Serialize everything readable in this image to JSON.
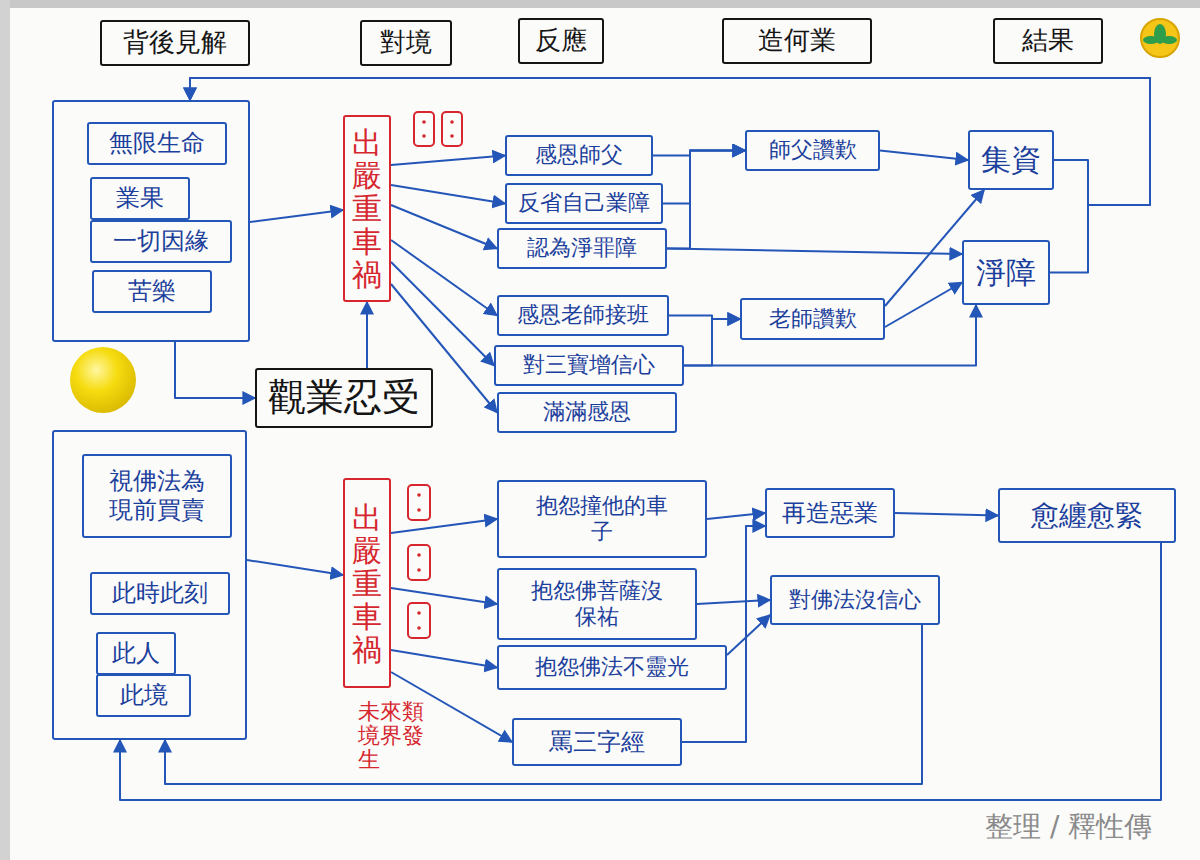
{
  "diagram": {
    "nodes": [
      {
        "text": [
          "背後見解"
        ]
      },
      {
        "text": [
          "對境"
        ]
      },
      {
        "text": [
          "反應"
        ]
      },
      {
        "text": [
          "造何業"
        ]
      },
      {
        "text": [
          "結果"
        ]
      },
      {
        "text": []
      },
      {
        "text": [
          "無限生命"
        ],
        "in": 5
      },
      {
        "text": [
          "業果"
        ],
        "in": 5
      },
      {
        "text": [
          "一切因緣"
        ],
        "in": 5
      },
      {
        "text": [
          "苦樂"
        ],
        "in": 5
      },
      {
        "text": [
          "出嚴重車禍"
        ]
      },
      {
        "text": [
          "觀業忍受"
        ]
      },
      {
        "text": [
          "感恩師父"
        ]
      },
      {
        "text": [
          "反省自己業障"
        ]
      },
      {
        "text": [
          "認為淨罪障"
        ]
      },
      {
        "text": [
          "感恩老師接班"
        ]
      },
      {
        "text": [
          "對三寶增信心"
        ]
      },
      {
        "text": [
          "滿滿感恩"
        ]
      },
      {
        "text": [
          "師父讚歎"
        ]
      },
      {
        "text": [
          "老師讚歎"
        ]
      },
      {
        "text": [
          "集資"
        ]
      },
      {
        "text": [
          "淨障"
        ]
      },
      {
        "text": []
      },
      {
        "text": [
          "視佛法為現前買賣"
        ],
        "in": 22
      },
      {
        "text": [
          "此時此刻"
        ],
        "in": 22
      },
      {
        "text": [
          "此人"
        ],
        "in": 22
      },
      {
        "text": [
          "此境"
        ],
        "in": 22
      },
      {
        "text": [
          "出嚴重車禍"
        ]
      },
      {
        "text": [
          "抱怨撞他的車子"
        ]
      },
      {
        "text": [
          "抱怨佛菩薩沒保祐"
        ]
      },
      {
        "text": [
          "抱怨佛法不靈光"
        ]
      },
      {
        "text": [
          "罵三字經"
        ]
      },
      {
        "text": [
          "再造惡業"
        ]
      },
      {
        "text": [
          "對佛法沒信心"
        ]
      },
      {
        "text": [
          "愈纏愈緊"
        ]
      }
    ],
    "edges": [
      {
        "from": 5,
        "to": 10,
        "arrow": "to"
      },
      {
        "from": 5,
        "to": 11,
        "arrow": "to"
      },
      {
        "from": 11,
        "to": 10,
        "arrow": "to"
      },
      {
        "from": 10,
        "to": 12,
        "arrow": "to"
      },
      {
        "from": 10,
        "to": 13,
        "arrow": "to"
      },
      {
        "from": 10,
        "to": 14,
        "arrow": "to"
      },
      {
        "from": 10,
        "to": 15,
        "arrow": "to"
      },
      {
        "from": 10,
        "to": 16,
        "arrow": "to"
      },
      {
        "from": 10,
        "to": 17,
        "arrow": "to"
      },
      {
        "from": 12,
        "to": 18,
        "arrow": "to"
      },
      {
        "from": 13,
        "to": 18,
        "arrow": "to"
      },
      {
        "from": 14,
        "to": 18,
        "arrow": "to"
      },
      {
        "from": 14,
        "to": 21,
        "arrow": "to"
      },
      {
        "from": 15,
        "to": 19,
        "arrow": "to"
      },
      {
        "from": 16,
        "to": 19,
        "arrow": "to"
      },
      {
        "from": 16,
        "to": 21,
        "arrow": "to"
      },
      {
        "from": 18,
        "to": 20,
        "arrow": "to"
      },
      {
        "from": 19,
        "to": 20,
        "arrow": "to"
      },
      {
        "from": 19,
        "to": 21,
        "arrow": "to"
      },
      {
        "from": 20,
        "to": 5,
        "arrow": "to"
      },
      {
        "from": 21,
        "to": 5,
        "arrow": "to"
      },
      {
        "from": 22,
        "to": 27,
        "arrow": "to"
      },
      {
        "from": 27,
        "to": 28,
        "arrow": "to"
      },
      {
        "from": 27,
        "to": 29,
        "arrow": "to"
      },
      {
        "from": 27,
        "to": 30,
        "arrow": "to"
      },
      {
        "from": 27,
        "to": 31,
        "arrow": "to"
      },
      {
        "from": 28,
        "to": 32,
        "arrow": "to"
      },
      {
        "from": 29,
        "to": 33,
        "arrow": "to"
      },
      {
        "from": 30,
        "to": 33,
        "arrow": "to"
      },
      {
        "from": 31,
        "to": 32,
        "arrow": "to"
      },
      {
        "from": 32,
        "to": 34,
        "arrow": "to"
      },
      {
        "from": 34,
        "to": 22,
        "arrow": "to"
      },
      {
        "from": 33,
        "to": 22,
        "arrow": "to"
      }
    ],
    "labels": [
      "未來類境界發生",
      "整理 / 釋性傳"
    ]
  }
}
